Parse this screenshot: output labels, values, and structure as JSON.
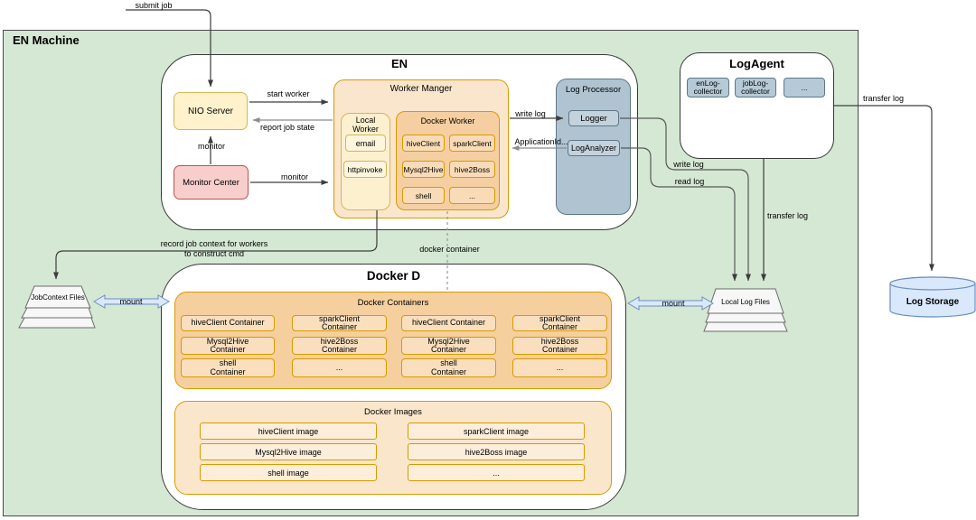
{
  "diagram": {
    "machine_title": "EN Machine",
    "en": {
      "title": "EN",
      "nio_server": "NIO Server",
      "monitor_center": "Monitor Center",
      "worker_manager": {
        "title": "Worker Manger",
        "local_worker": {
          "title": "Local\nWorker",
          "items": [
            "email",
            "httpinvoke"
          ]
        },
        "docker_worker": {
          "title": "Docker Worker",
          "items": [
            "hiveClient",
            "sparkClient",
            "Mysql2Hive",
            "hive2Boss",
            "shell",
            "..."
          ]
        }
      },
      "log_processor": {
        "title": "Log Processor",
        "items": [
          "Logger",
          "LogAnalyzer"
        ]
      }
    },
    "log_agent": {
      "title": "LogAgent",
      "collectors": [
        "enLog-\ncollector",
        "jobLog-\ncollector",
        "..."
      ]
    },
    "docker_d": {
      "title": "Docker D",
      "containers": {
        "title": "Docker Containers",
        "cols": [
          [
            "hiveClient Container",
            "Mysql2Hive\nContainer",
            "shell\nContainer"
          ],
          [
            "sparkClient\nContainer",
            "hive2Boss\nContainer",
            "..."
          ],
          [
            "hiveClient Container",
            "Mysql2Hive\nContainer",
            "shell\nContainer"
          ],
          [
            "sparkClient\nContainer",
            "hive2Boss\nContainer",
            "..."
          ]
        ]
      },
      "images": {
        "title": "Docker Images",
        "cols": [
          [
            "hiveClient image",
            "Mysql2Hive image",
            "shell image"
          ],
          [
            "sparkClient image",
            "hive2Boss image",
            "..."
          ]
        ]
      }
    },
    "files": {
      "job_context": "JobContext Files",
      "local_log": "Local Log Files"
    },
    "storage": {
      "log_storage": "Log Storage"
    },
    "labels": {
      "submit_job": "submit job",
      "start_worker": "start worker",
      "report_job_state": "report job state",
      "monitor_vertical": "monitor",
      "monitor_horizontal": "monitor",
      "write_log_to_logger": "write log",
      "application_id": "ApplicationId...",
      "write_log_to_files": "write log",
      "read_log": "read log",
      "transfer_log_to_files": "transfer log",
      "transfer_log_to_storage": "transfer log",
      "record_job_context": "record job context for workers\nto construct cmd",
      "docker_container": "docker container",
      "mount_left": "mount",
      "mount_right": "mount"
    },
    "colors": {
      "machine_bg": "#d5e8d4",
      "yellow_fill": "#fff2cc",
      "yellow_border": "#d6b656",
      "pink_fill": "#f8cecc",
      "pink_border": "#b85450",
      "orange_border": "#d79b00",
      "blue_fill": "#dae8fc",
      "blue_border": "#6c8ebf",
      "slate_border": "#5d7789"
    }
  }
}
